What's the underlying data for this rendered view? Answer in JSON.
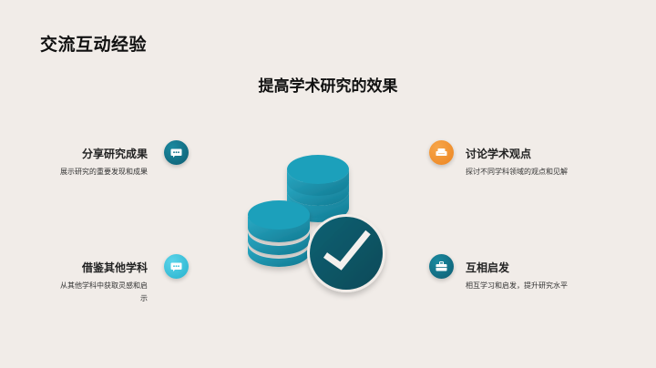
{
  "slide": {
    "title": "交流互动经验",
    "subtitle": "提高学术研究的效果"
  },
  "items": [
    {
      "heading": "分享研究成果",
      "description": "展示研究的重要发现和成果",
      "icon": "chat-bubble-icon",
      "icon_color": "#0e6e85",
      "side": "left"
    },
    {
      "heading": "借鉴其他学科",
      "description": "从其他学科中获取灵感和启示",
      "icon": "chat-bubble-icon",
      "icon_color": "#3cc2dc",
      "side": "left"
    },
    {
      "heading": "讨论学术观点",
      "description": "探讨不同学科领域的观点和见解",
      "icon": "couch-icon",
      "icon_color": "#f08c2a",
      "side": "right"
    },
    {
      "heading": "互相启发",
      "description": "相互学习和启发，提升研究水平",
      "icon": "briefcase-icon",
      "icon_color": "#0e6e85",
      "side": "right"
    }
  ],
  "center_graphic": {
    "icon": "coins-checkmark-icon",
    "colors": {
      "coins": "#1a93ad",
      "check_circle": "#0d5566"
    }
  }
}
